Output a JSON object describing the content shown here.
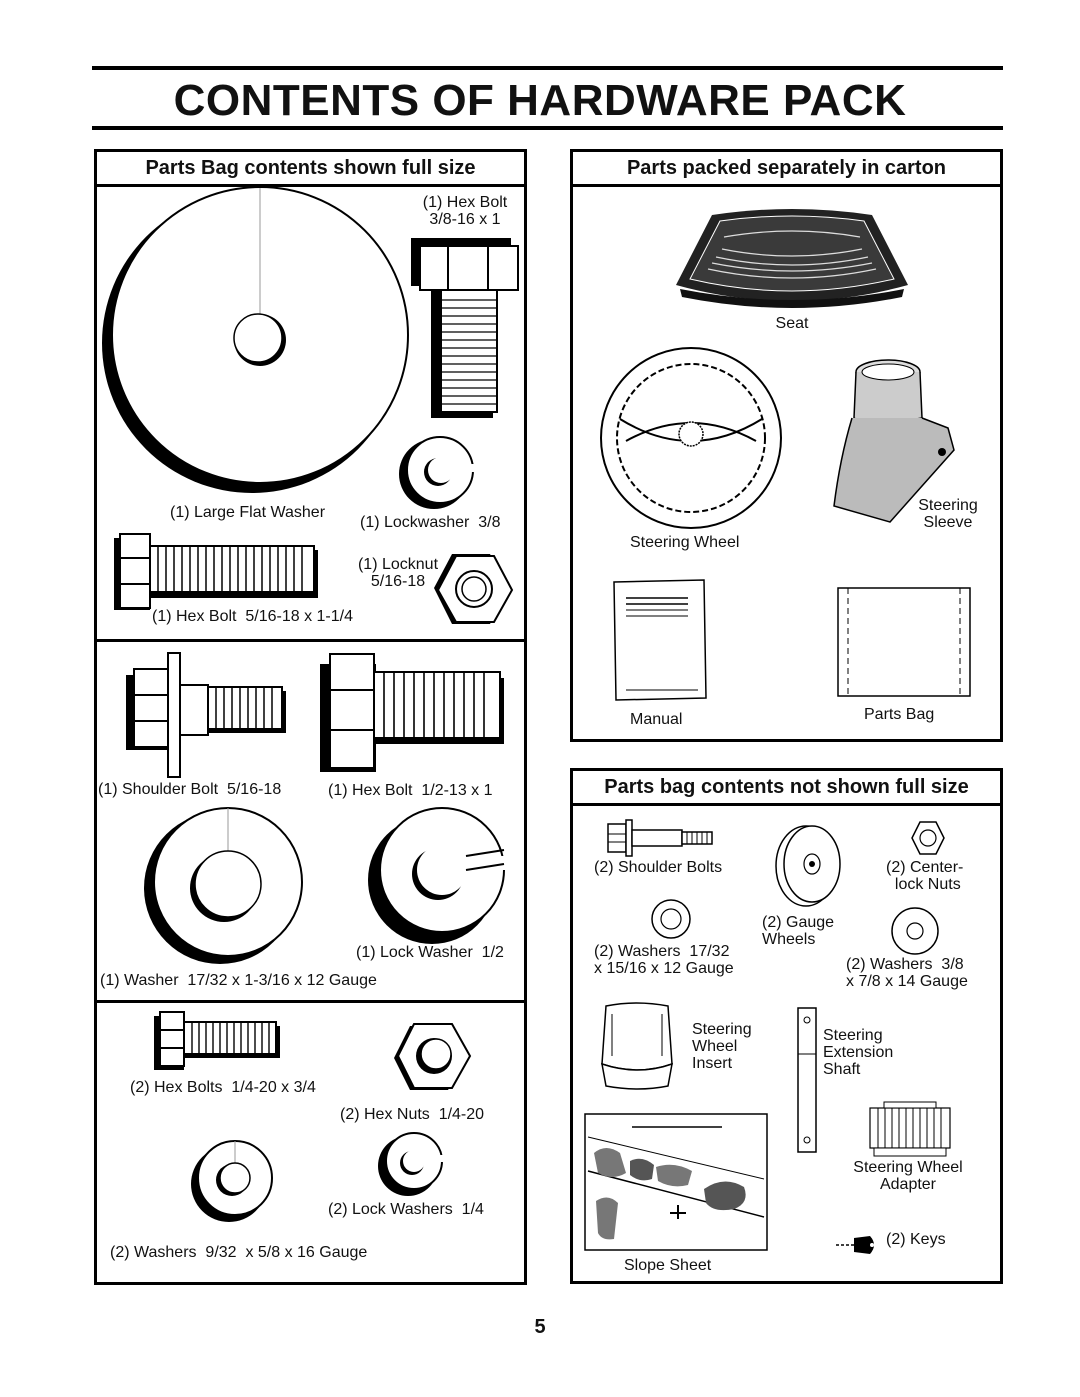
{
  "title": "CONTENTS OF HARDWARE PACK",
  "page_number": "5",
  "left_panel": {
    "heading": "Parts Bag contents shown full size",
    "labels": {
      "hex_bolt_3_8": "(1) Hex Bolt",
      "hex_bolt_3_8_size": "3/8-16 x 1",
      "large_flat_washer": "(1) Large Flat Washer",
      "lockwasher_3_8": "(1) Lockwasher  3/8",
      "locknut": "(1) Locknut",
      "locknut_size": "5/16-18",
      "hex_bolt_5_16": "(1) Hex Bolt  5/16-18 x 1-1/4",
      "shoulder_bolt": "(1) Shoulder Bolt  5/16-18",
      "hex_bolt_1_2": "(1) Hex Bolt  1/2-13 x 1",
      "lock_washer_1_2": "(1) Lock Washer  1/2",
      "washer_17_32": "(1) Washer  17/32 x 1-3/16 x 12 Gauge",
      "hex_bolts_1_4": "(2) Hex Bolts  1/4-20 x 3/4",
      "hex_nuts_1_4": "(2) Hex Nuts  1/4-20",
      "lock_washers_1_4": "(2) Lock Washers  1/4",
      "washers_9_32": "(2) Washers  9/32  x 5/8 x 16 Gauge"
    }
  },
  "carton_panel": {
    "heading": "Parts packed separately in carton",
    "labels": {
      "seat": "Seat",
      "steering_wheel": "Steering Wheel",
      "steering_sleeve": "Steering\nSleeve",
      "manual": "Manual",
      "parts_bag": "Parts Bag"
    }
  },
  "not_full_panel": {
    "heading": "Parts bag contents not shown full size",
    "labels": {
      "shoulder_bolts": "(2) Shoulder Bolts",
      "center_lock_nuts": "(2) Center-\n  lock Nuts",
      "gauge_wheels": "(2) Gauge\nWheels",
      "washers_17_32": "(2) Washers  17/32\nx 15/16 x 12 Gauge",
      "washers_3_8": "(2) Washers  3/8\nx 7/8 x 14 Gauge",
      "steering_wheel_insert": "Steering\nWheel\nInsert",
      "steering_extension_shaft": "Steering\nExtension\nShaft",
      "steering_wheel_adapter": "Steering Wheel\nAdapter",
      "keys": "(2) Keys",
      "slope_sheet": "Slope Sheet"
    }
  }
}
